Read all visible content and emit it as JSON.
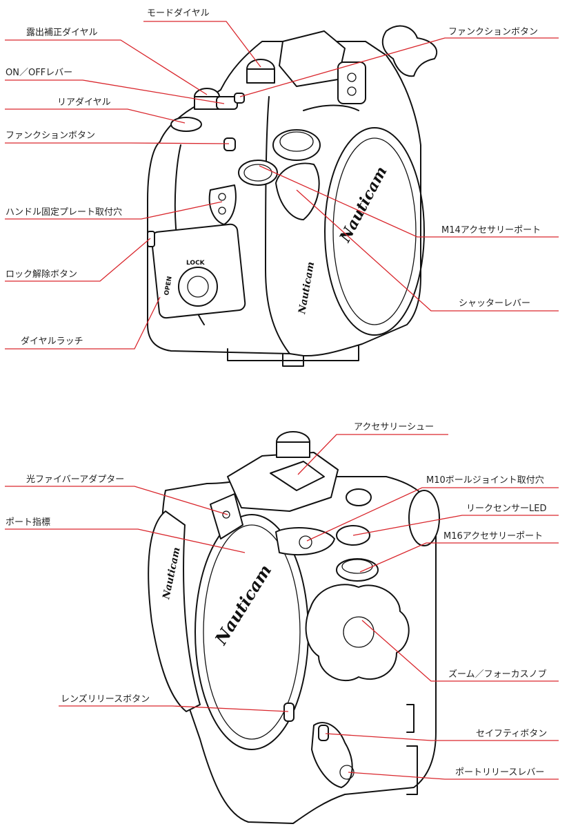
{
  "colors": {
    "leader": "#d9262c",
    "ink": "#111111",
    "text": "#222222",
    "background": "#ffffff"
  },
  "housing_text": {
    "brand": "Nauticam",
    "lock": "LOCK",
    "open": "OPEN"
  },
  "callouts_top": [
    "モードダイヤル",
    "露出補正ダイヤル",
    "ファンクションボタン",
    "ON／OFFレバー",
    "リアダイヤル",
    "ファンクションボタン",
    "ハンドル固定プレート取付穴",
    "M14アクセサリーポート",
    "ロック解除ボタン",
    "シャッターレバー",
    "ダイヤルラッチ"
  ],
  "callouts_bottom": [
    "アクセサリーシュー",
    "光ファイバーアダプター",
    "M10ボールジョイント取付穴",
    "リークセンサーLED",
    "ポート指標",
    "M16アクセサリーポート",
    "ズーム／フォーカスノブ",
    "レンズリリースボタン",
    "セイフティボタン",
    "ポートリリースレバー"
  ]
}
